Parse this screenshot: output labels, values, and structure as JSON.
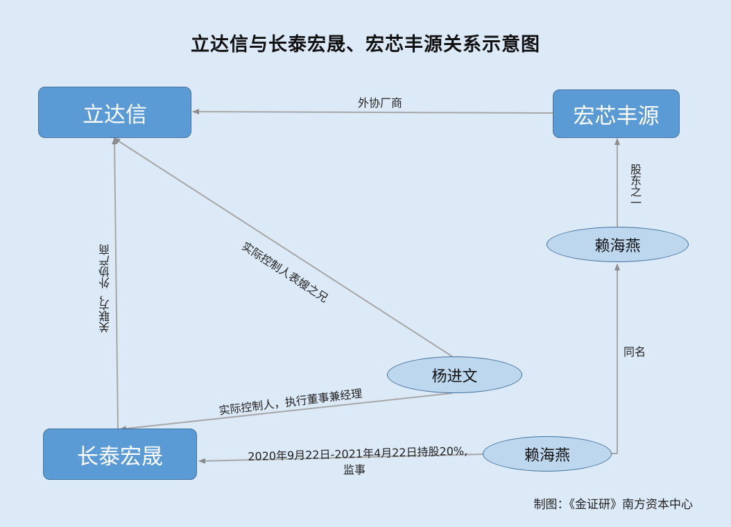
{
  "title": "立达信与长泰宏晟、宏芯丰源关系示意图",
  "nodes": {
    "lidaxin": "立达信",
    "hongxin": "宏芯丰源",
    "changtai": "长泰宏晟",
    "yangjinwen": "杨进文",
    "laihaiyan_top": "赖海燕",
    "laihaiyan_bottom": "赖海燕"
  },
  "edges": {
    "hongxin_to_lidaxin": "外协厂商",
    "laihaiyan_to_hongxin": "股东之一",
    "changtai_to_lidaxin": "关联方，外协产商",
    "yang_to_lidaxin": "实际控制人表嫂之兄",
    "yang_to_changtai": "实际控制人，执行董事兼经理",
    "laihaiyan_to_changtai_line1": "2020年9月22日-2021年4月22日持股20%,",
    "laihaiyan_to_changtai_line2": "监事",
    "same_name": "同名"
  },
  "credit": "制图：《金证研》南方资本中心",
  "colors": {
    "background": "#dce9f6",
    "box_fill": "#5b9bd5",
    "ellipse_fill": "#bdd7ee",
    "connector": "#a6a6a6"
  }
}
